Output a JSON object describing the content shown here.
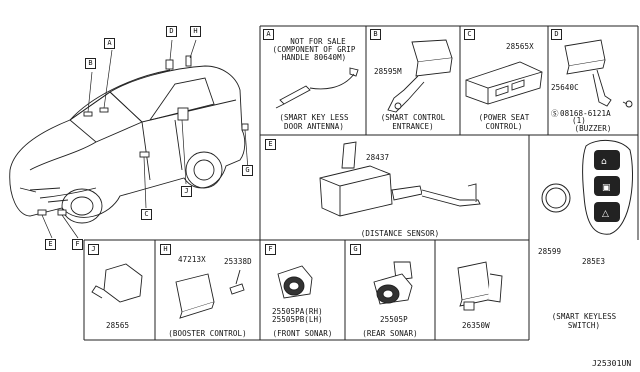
{
  "diagram_id": "J25301UN",
  "callouts": {
    "vehicle": [
      "A",
      "B",
      "C",
      "D",
      "E",
      "F",
      "G",
      "H",
      "J"
    ]
  },
  "panels": {
    "A": {
      "tag": "A",
      "lines": [
        "NOT FOR SALE",
        "(COMPONENT OF GRIP",
        "HANDLE 80640M)"
      ],
      "caption": [
        "(SMART KEY LESS",
        "DOOR ANTENNA)"
      ]
    },
    "B": {
      "tag": "B",
      "part": "28595M",
      "caption": [
        "(SMART CONTROL",
        "ENTRANCE)"
      ]
    },
    "C": {
      "tag": "C",
      "part": "28565X",
      "caption": [
        "(POWER SEAT",
        "CONTROL)"
      ]
    },
    "D": {
      "tag": "D",
      "part": "25640C",
      "bolt": "08168-6121A",
      "bolt_qty": "(1)",
      "caption": "(BUZZER)"
    },
    "E": {
      "tag": "E",
      "part": "28437",
      "caption": "(DISTANCE SENSOR)"
    },
    "J": {
      "tag": "J",
      "part": "28565"
    },
    "H": {
      "tag": "H",
      "part1": "47213X",
      "part2": "25338D",
      "caption": "(BOOSTER CONTROL)"
    },
    "F": {
      "tag": "F",
      "part_rh": "25505PA(RH)",
      "part_lh": "25505PB(LH)",
      "caption": "(FRONT SONAR)"
    },
    "G": {
      "tag": "G",
      "part": "25505P",
      "caption": "(REAR SONAR)"
    },
    "misc": {
      "part": "26350W"
    },
    "key": {
      "part1": "28599",
      "part2": "285E3",
      "caption": [
        "(SMART KEYLESS",
        "SWITCH)"
      ]
    }
  }
}
